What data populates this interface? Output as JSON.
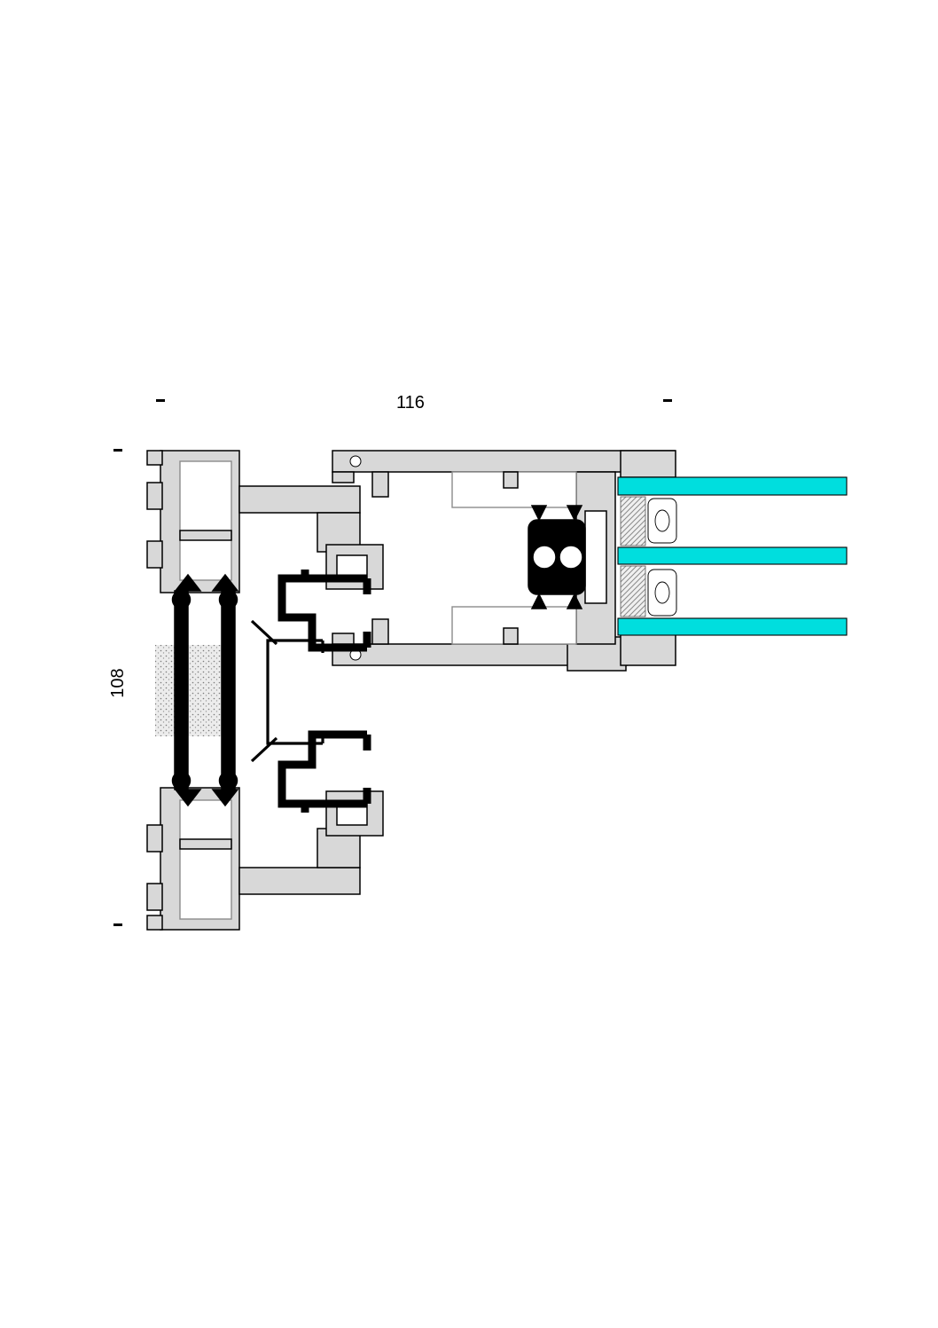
{
  "drawing": {
    "type": "technical-section-detail",
    "dimensions": {
      "width_label": "116",
      "height_label": "108"
    },
    "colors": {
      "aluminum": "#d8d8d8",
      "outline": "#000000",
      "gasket": "#000000",
      "glass": "#00dede",
      "background": "#ffffff",
      "hatch": "#8a8a8a"
    }
  }
}
